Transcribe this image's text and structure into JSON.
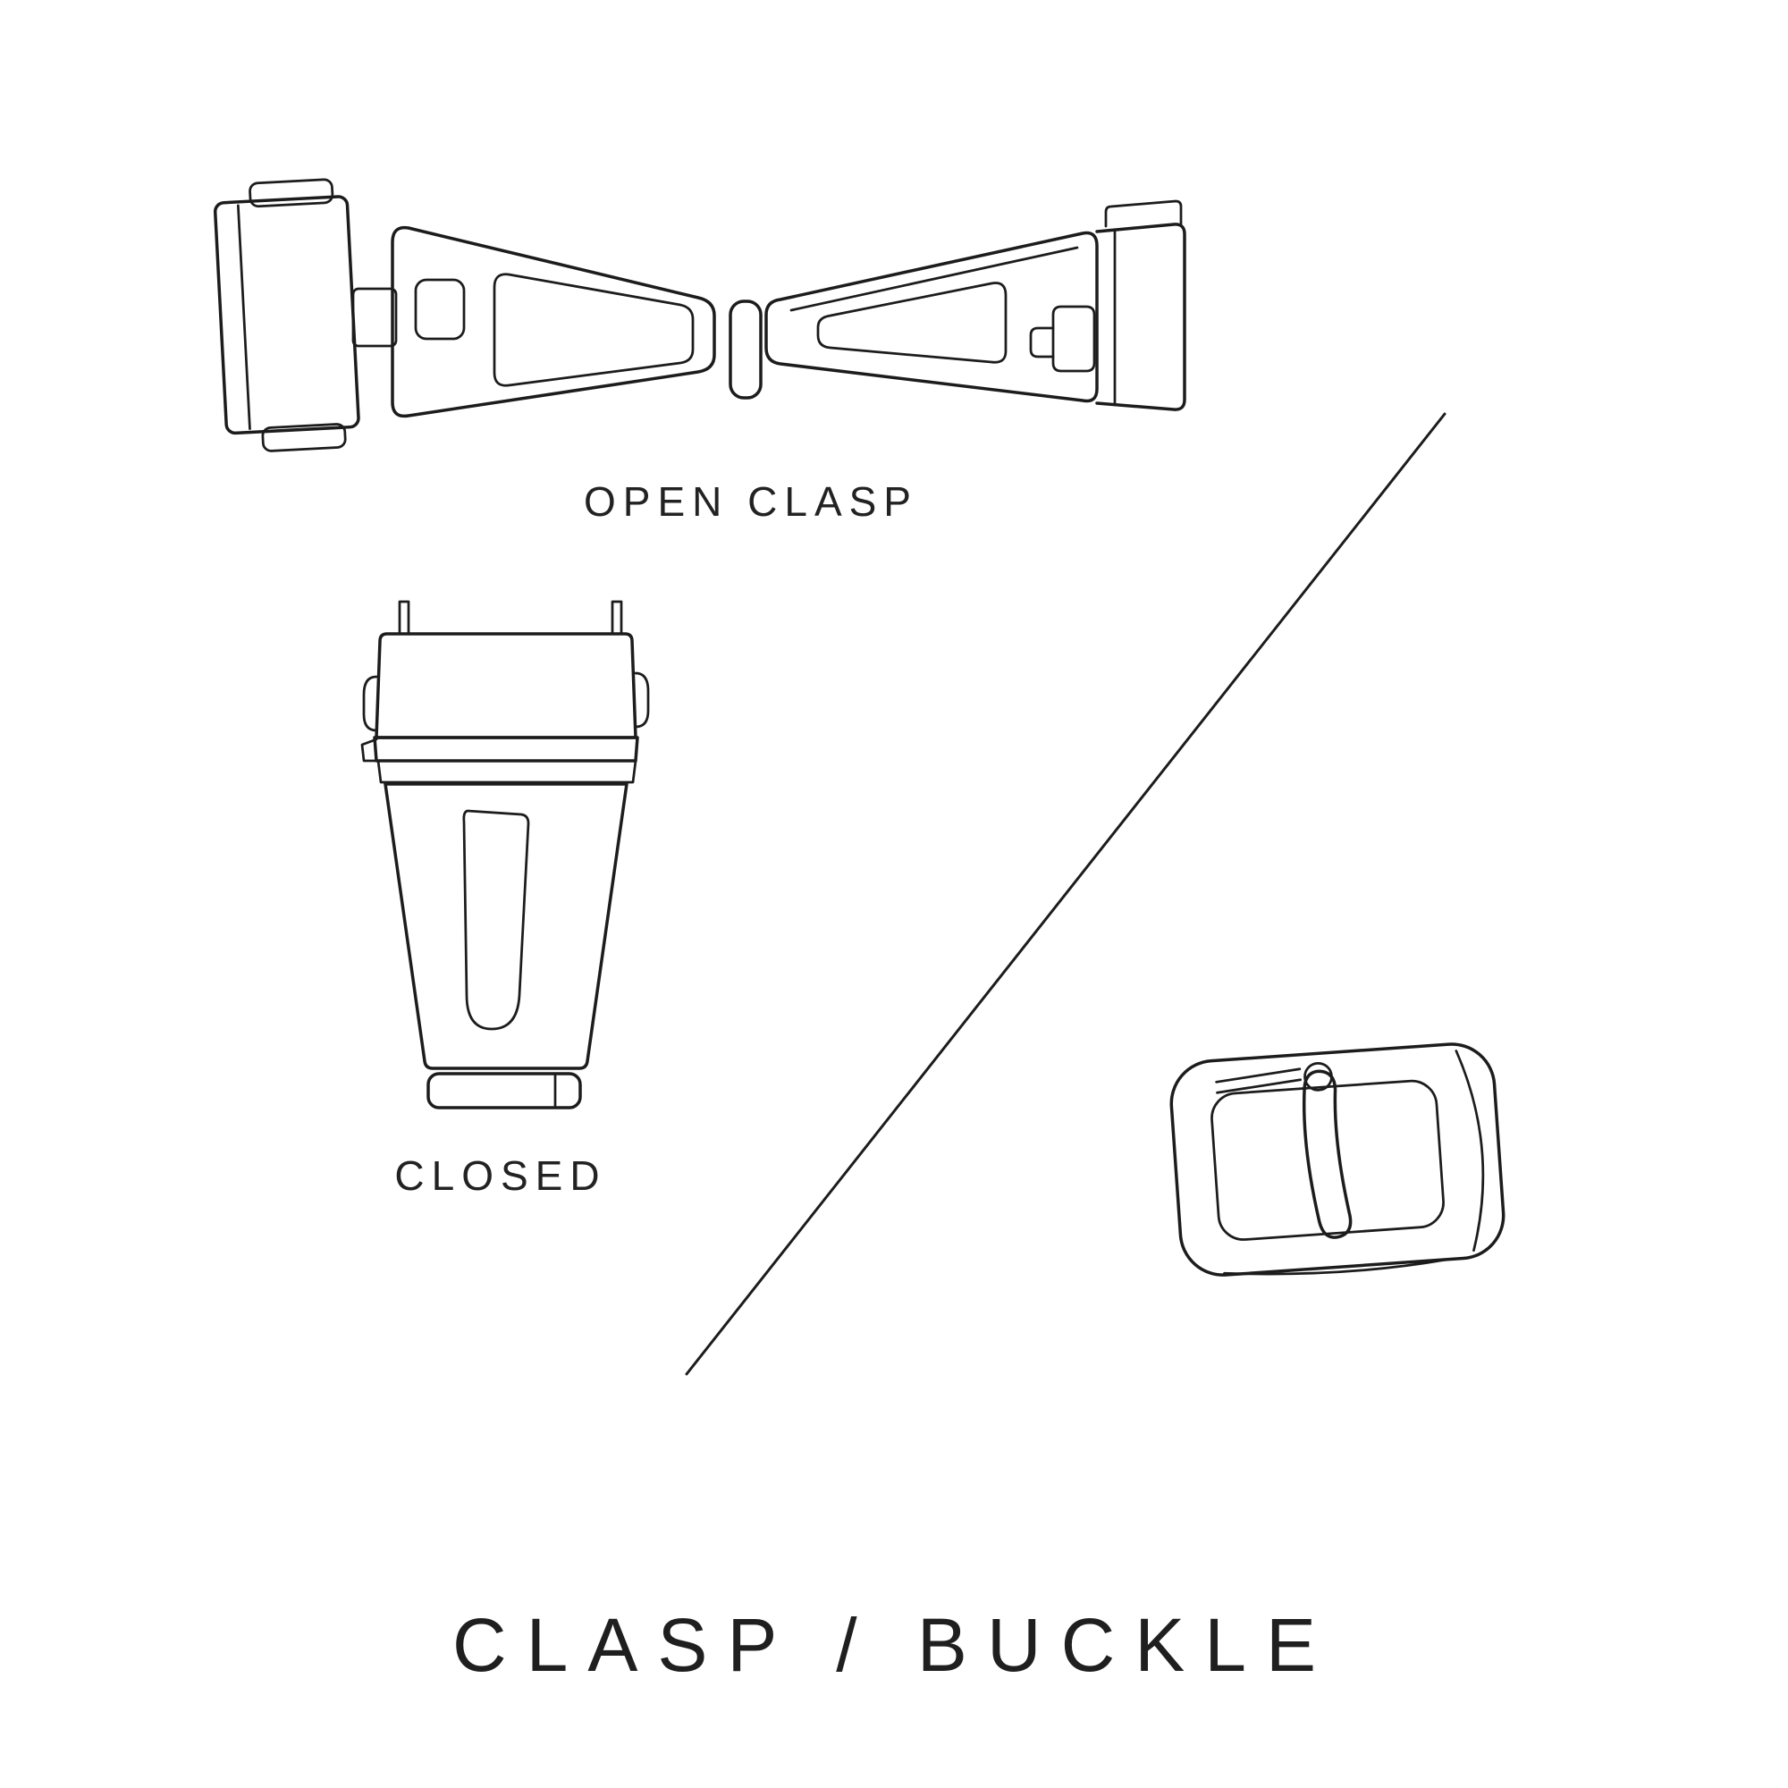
{
  "page": {
    "background_color": "#ffffff",
    "line_color": "#1c1c1c",
    "title": "CLASP / BUCKLE"
  },
  "labels": {
    "open_clasp": "OPEN CLASP",
    "closed": "CLOSED"
  },
  "illustrations": {
    "open_clasp": "open-clasp-top-view-line-drawing",
    "closed_clasp": "closed-clasp-top-view-line-drawing",
    "buckle": "pin-buckle-line-drawing",
    "divider": "diagonal-divider-line"
  }
}
